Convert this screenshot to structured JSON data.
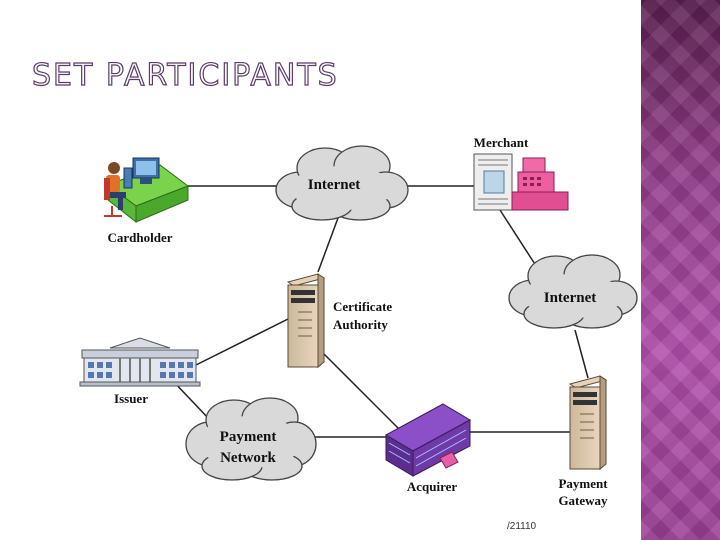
{
  "title": "SET PARTICIPANTS",
  "footer": "/21110",
  "colors": {
    "title_outline": "#5c3b6b",
    "side_band": "#9a3f94",
    "cloud_fill": "#d9d9d9",
    "line": "#222222"
  },
  "diagram": {
    "nodes": {
      "cardholder": {
        "label": "Cardholder",
        "icon": "computer-user-icon"
      },
      "merchant": {
        "label": "Merchant",
        "icon": "cash-register-icon"
      },
      "ca": {
        "label_line1": "Certificate",
        "label_line2": "Authority",
        "icon": "server-icon"
      },
      "issuer": {
        "label": "Issuer",
        "icon": "bank-building-icon"
      },
      "acquirer": {
        "label": "Acquirer",
        "icon": "office-building-icon"
      },
      "gateway": {
        "label_line1": "Payment",
        "label_line2": "Gateway",
        "icon": "server-icon"
      },
      "internet1": {
        "label": "Internet"
      },
      "internet2": {
        "label": "Internet"
      },
      "paynet": {
        "label_line1": "Payment",
        "label_line2": "Network"
      }
    }
  }
}
